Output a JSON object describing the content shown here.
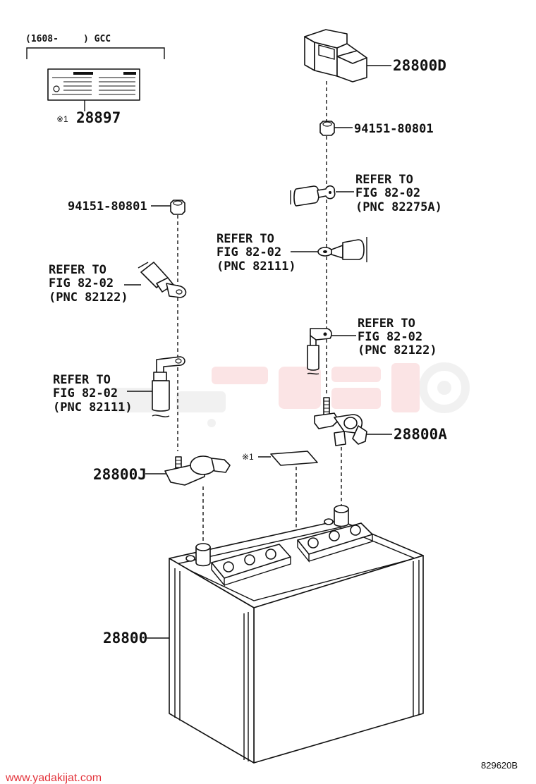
{
  "header": {
    "date_range": "(1608-",
    "model": ") GCC"
  },
  "parts": {
    "label_sticker": {
      "number": "28897",
      "mark": "※1"
    },
    "terminal_cover": {
      "number": "28800D"
    },
    "nut_right": {
      "number": "94151-80801"
    },
    "nut_left": {
      "number": "94151-80801"
    },
    "positive_terminal": {
      "number": "28800A"
    },
    "negative_terminal": {
      "number": "28800J"
    },
    "battery": {
      "number": "28800"
    },
    "insert_mark": "※1"
  },
  "references": [
    {
      "line1": "REFER TO",
      "line2": "FIG 82-02",
      "line3": "(PNC 82275A)"
    },
    {
      "line1": "REFER TO",
      "line2": "FIG 82-02",
      "line3": "(PNC 82111)"
    },
    {
      "line1": "REFER TO",
      "line2": "FIG 82-02",
      "line3": "(PNC 82122)"
    },
    {
      "line1": "REFER TO",
      "line2": "FIG 82-02",
      "line3": "(PNC 82122)"
    },
    {
      "line1": "REFER TO",
      "line2": "FIG 82-02",
      "line3": "(PNC 82111)"
    }
  ],
  "footer": {
    "website": "www.yadakijat.com",
    "diagram_code": "829620B"
  },
  "colors": {
    "ink": "#111111",
    "watermark_red": "#e3343c",
    "watermark_gray": "#9a9a9a"
  }
}
